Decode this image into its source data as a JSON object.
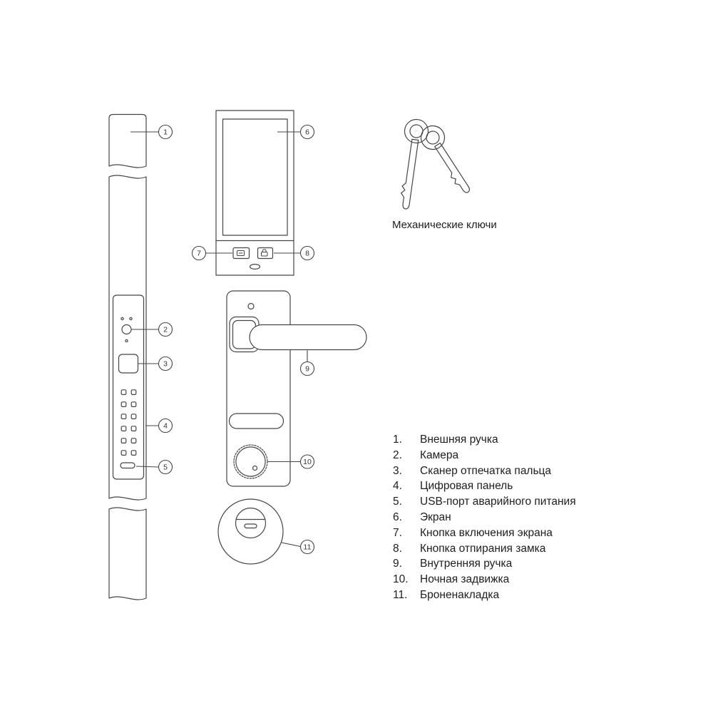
{
  "keys_caption": "Механические ключи",
  "colors": {
    "line": "#454545",
    "text": "#1e1e1e"
  },
  "callouts": {
    "c1": "1",
    "c2": "2",
    "c3": "3",
    "c4": "4",
    "c5": "5",
    "c6": "6",
    "c7": "7",
    "c8": "8",
    "c9": "9",
    "c10": "10",
    "c11": "11"
  },
  "legend": {
    "items": [
      {
        "num": "1.",
        "label": "Внешняя ручка"
      },
      {
        "num": "2.",
        "label": "Камера"
      },
      {
        "num": "3.",
        "label": "Сканер отпечатка пальца"
      },
      {
        "num": "4.",
        "label": "Цифровая панель"
      },
      {
        "num": "5.",
        "label": "USB-порт аварийного питания"
      },
      {
        "num": "6.",
        "label": "Экран"
      },
      {
        "num": "7.",
        "label": "Кнопка включения экрана"
      },
      {
        "num": "8.",
        "label": "Кнопка отпирания замка"
      },
      {
        "num": "9.",
        "label": "Внутренняя ручка"
      },
      {
        "num": "10.",
        "label": "Ночная задвижка"
      },
      {
        "num": "11.",
        "label": "Броненакладка"
      }
    ]
  }
}
